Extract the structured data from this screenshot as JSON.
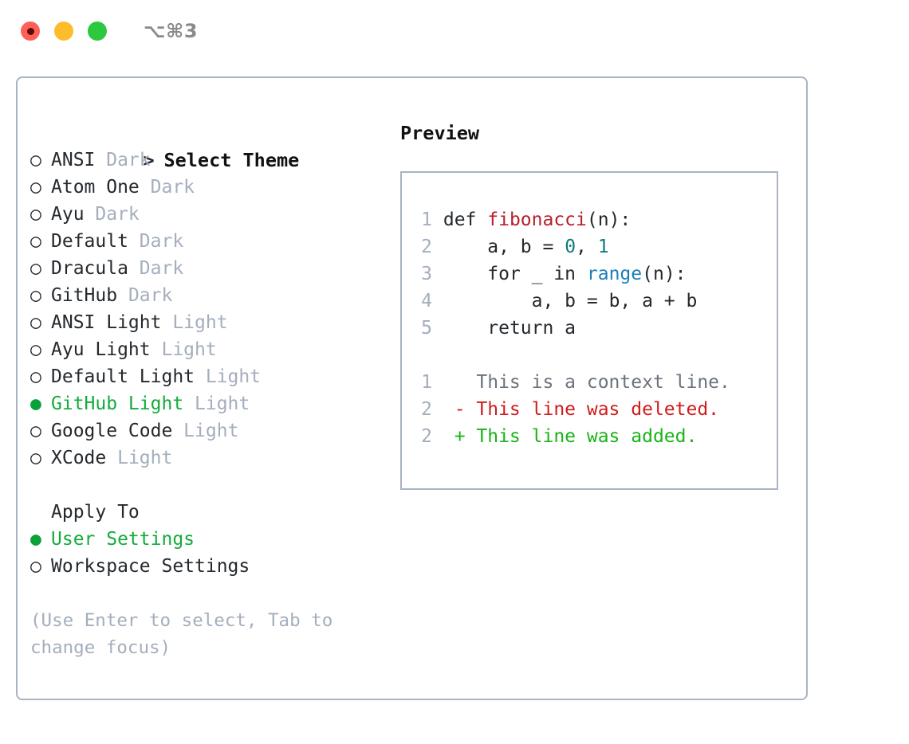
{
  "titlebar": {
    "shortcut": "⌥⌘3",
    "buttons": {
      "close": "close-window",
      "minimize": "minimize-window",
      "maximize": "maximize-window"
    }
  },
  "colors": {
    "panel_border": "#a9b3c4",
    "selected_green": "#14ab3c",
    "muted_gray": "#a4aebd",
    "text": "#24292e",
    "syntax_function": "#b7202b",
    "syntax_number": "#0f7b7b",
    "syntax_call": "#1b7fb8",
    "diff_added": "#18b418",
    "diff_deleted": "#cf1c1c",
    "diff_context": "#6a737d",
    "dot_close": "#fc6058",
    "dot_minimize": "#fdbc2c",
    "dot_maximize": "#2bc840"
  },
  "theme_picker": {
    "prompt_marker": ">",
    "title": "Select Theme",
    "unselected_marker": "○",
    "selected_marker": "●",
    "items": [
      {
        "name": "ANSI",
        "variant": "Dark",
        "selected": false
      },
      {
        "name": "Atom One",
        "variant": "Dark",
        "selected": false
      },
      {
        "name": "Ayu",
        "variant": "Dark",
        "selected": false
      },
      {
        "name": "Default",
        "variant": "Dark",
        "selected": false
      },
      {
        "name": "Dracula",
        "variant": "Dark",
        "selected": false
      },
      {
        "name": "GitHub",
        "variant": "Dark",
        "selected": false
      },
      {
        "name": "ANSI Light",
        "variant": "Light",
        "selected": false
      },
      {
        "name": "Ayu Light",
        "variant": "Light",
        "selected": false
      },
      {
        "name": "Default Light",
        "variant": "Light",
        "selected": false
      },
      {
        "name": "GitHub Light",
        "variant": "Light",
        "selected": true
      },
      {
        "name": "Google Code",
        "variant": "Light",
        "selected": false
      },
      {
        "name": "XCode",
        "variant": "Light",
        "selected": false
      }
    ]
  },
  "apply_to": {
    "label": "Apply To",
    "options": [
      {
        "name": "User Settings",
        "selected": true
      },
      {
        "name": "Workspace Settings",
        "selected": false
      }
    ]
  },
  "hint": "(Use Enter to select, Tab to change focus)",
  "preview": {
    "title": "Preview",
    "code_lines": [
      {
        "number": "1",
        "tokens": [
          {
            "text": "def ",
            "type": "plain"
          },
          {
            "text": "fibonacci",
            "type": "function"
          },
          {
            "text": "(n):",
            "type": "plain"
          }
        ]
      },
      {
        "number": "2",
        "tokens": [
          {
            "text": "    a, b = ",
            "type": "plain"
          },
          {
            "text": "0",
            "type": "number"
          },
          {
            "text": ", ",
            "type": "plain"
          },
          {
            "text": "1",
            "type": "number"
          }
        ]
      },
      {
        "number": "3",
        "tokens": [
          {
            "text": "    for _ in ",
            "type": "plain"
          },
          {
            "text": "range",
            "type": "call"
          },
          {
            "text": "(n):",
            "type": "plain"
          }
        ]
      },
      {
        "number": "4",
        "tokens": [
          {
            "text": "        a, b = b, a + b",
            "type": "plain"
          }
        ]
      },
      {
        "number": "5",
        "tokens": [
          {
            "text": "    return a",
            "type": "plain"
          }
        ]
      }
    ],
    "diff_lines": [
      {
        "number": "1",
        "sign": " ",
        "text": "This is a context line.",
        "type": "context"
      },
      {
        "number": "2",
        "sign": "-",
        "text": "This line was deleted.",
        "type": "deleted"
      },
      {
        "number": "2",
        "sign": "+",
        "text": "This line was added.",
        "type": "added"
      }
    ]
  }
}
